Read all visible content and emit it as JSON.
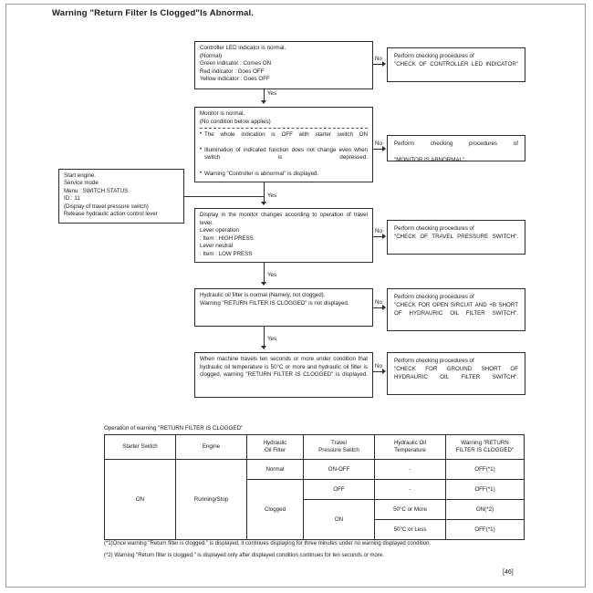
{
  "document": {
    "title": "Warning \"Return Filter Is Clogged\"Is Abnormal.",
    "page_number": "[46]"
  },
  "flow": {
    "yes_label": "Yes",
    "no_label": "No",
    "start_box": {
      "lines": [
        "Start engine.",
        "Service mode",
        "Menu : SWITCH STATUS",
        "ID : 11",
        "(Display of travel pressure switch)",
        "Release hydraulic action control lever"
      ]
    },
    "decisions": [
      {
        "id": "controller-led",
        "lines": [
          "Controller LED indicator is normal.",
          "(Normal)",
          "Green indicator : Comes ON",
          "Red indicator : Goes OFF",
          "Yellow  indicator : Goes OFF"
        ]
      },
      {
        "id": "monitor-normal",
        "lines": [
          "Monitor is normal.",
          "(No condition below applies)"
        ],
        "bullets": [
          "The whole indication is OFF with starter switch ON",
          "Illumination of indicated function does not change even when switch is depressed.",
          "Warning \"Controller is abnormal\" is displayed."
        ]
      },
      {
        "id": "travel-lever",
        "lines": [
          "Display in the monitor changes according to operation of travel lever.",
          "Lever operation",
          ": Item : HIGH PRESS",
          "Lever neutral",
          ": Item : LOW PRESS"
        ]
      },
      {
        "id": "oil-filter-normal",
        "lines": [
          "Hydraulic oil filter is normal (Namely, not clogged).",
          "Warning \"RETURN FILTER  IS CLOGGED\" is not displayed."
        ]
      },
      {
        "id": "travels-ten-seconds",
        "lines": [
          "When machine travels ten seconds or more under condition that hydraulic oil temperature is 50°C or more and hydraulic oil filter is clogged, warning \"RETURN FILTER  IS CLOGGED\" is displayed."
        ]
      }
    ],
    "actions": [
      {
        "id": "check-controller-led",
        "intro": "Perform checking procedures of",
        "target": "\"CHECK OF CONTROLLER LED INDICATOR\""
      },
      {
        "id": "monitor-is-abnormal",
        "intro": "Perform checking procedures of",
        "target": "\"MONITOR IS ABNORMAL\"."
      },
      {
        "id": "check-travel-pressure-switch",
        "intro": "Perform checking procedures of",
        "target": "\"CHECK OF TRAVEL PRESSURE SWITCH\"."
      },
      {
        "id": "check-open-circuit",
        "intro": "Perform checking procedures of",
        "target": "\"CHECK FOR OPEN SIRCUIT AND +B SHORT OF HYDRAURIC OIL FILTER SWITCH\"."
      },
      {
        "id": "check-ground-short",
        "intro": "Perform checking procedures of",
        "target": "\"CHECK FOR GROUND SHORT OF HYDRAURIC OIL FILTER SWITCH\"."
      }
    ]
  },
  "table": {
    "caption": "Operation of warning \"RETURN FILTER  IS CLOGGED\"",
    "headers": [
      {
        "l1": "Starter Switch",
        "l2": ""
      },
      {
        "l1": "Engine",
        "l2": ""
      },
      {
        "l1": "Hydraulic",
        "l2": "Oil Filter"
      },
      {
        "l1": "Travel",
        "l2": "Pressure Switch"
      },
      {
        "l1": "Hydraulic Oil",
        "l2": "Temperature"
      },
      {
        "l1": "Warning \"RETURN",
        "l2": "FILTER IS CLOGGED\""
      }
    ],
    "cells": {
      "starter_switch": "ON",
      "engine": "Running/Stop",
      "filter_normal": "Normal",
      "filter_clogged": "Clogged",
      "press_on_off": "ON-OFF",
      "press_off": "OFF",
      "press_on": "ON",
      "temp_dash_1": "-",
      "temp_dash_2": "-",
      "temp_more": "50°C or More",
      "temp_less": "50°C or Less",
      "warn_1": "OFF(*1)",
      "warn_2": "OFF(*1)",
      "warn_3": "ON(*2)",
      "warn_4": "OFF(*1)"
    }
  },
  "footnotes": [
    "(*1)Once warning \"Return filter is clogged.\" is displayed, it continues displaying for three minutes under no warning displayed condition.",
    "(*2) Warning \"Return filter is clogged.\" is displayed only after displayed condition continues for ten seconds or more."
  ]
}
